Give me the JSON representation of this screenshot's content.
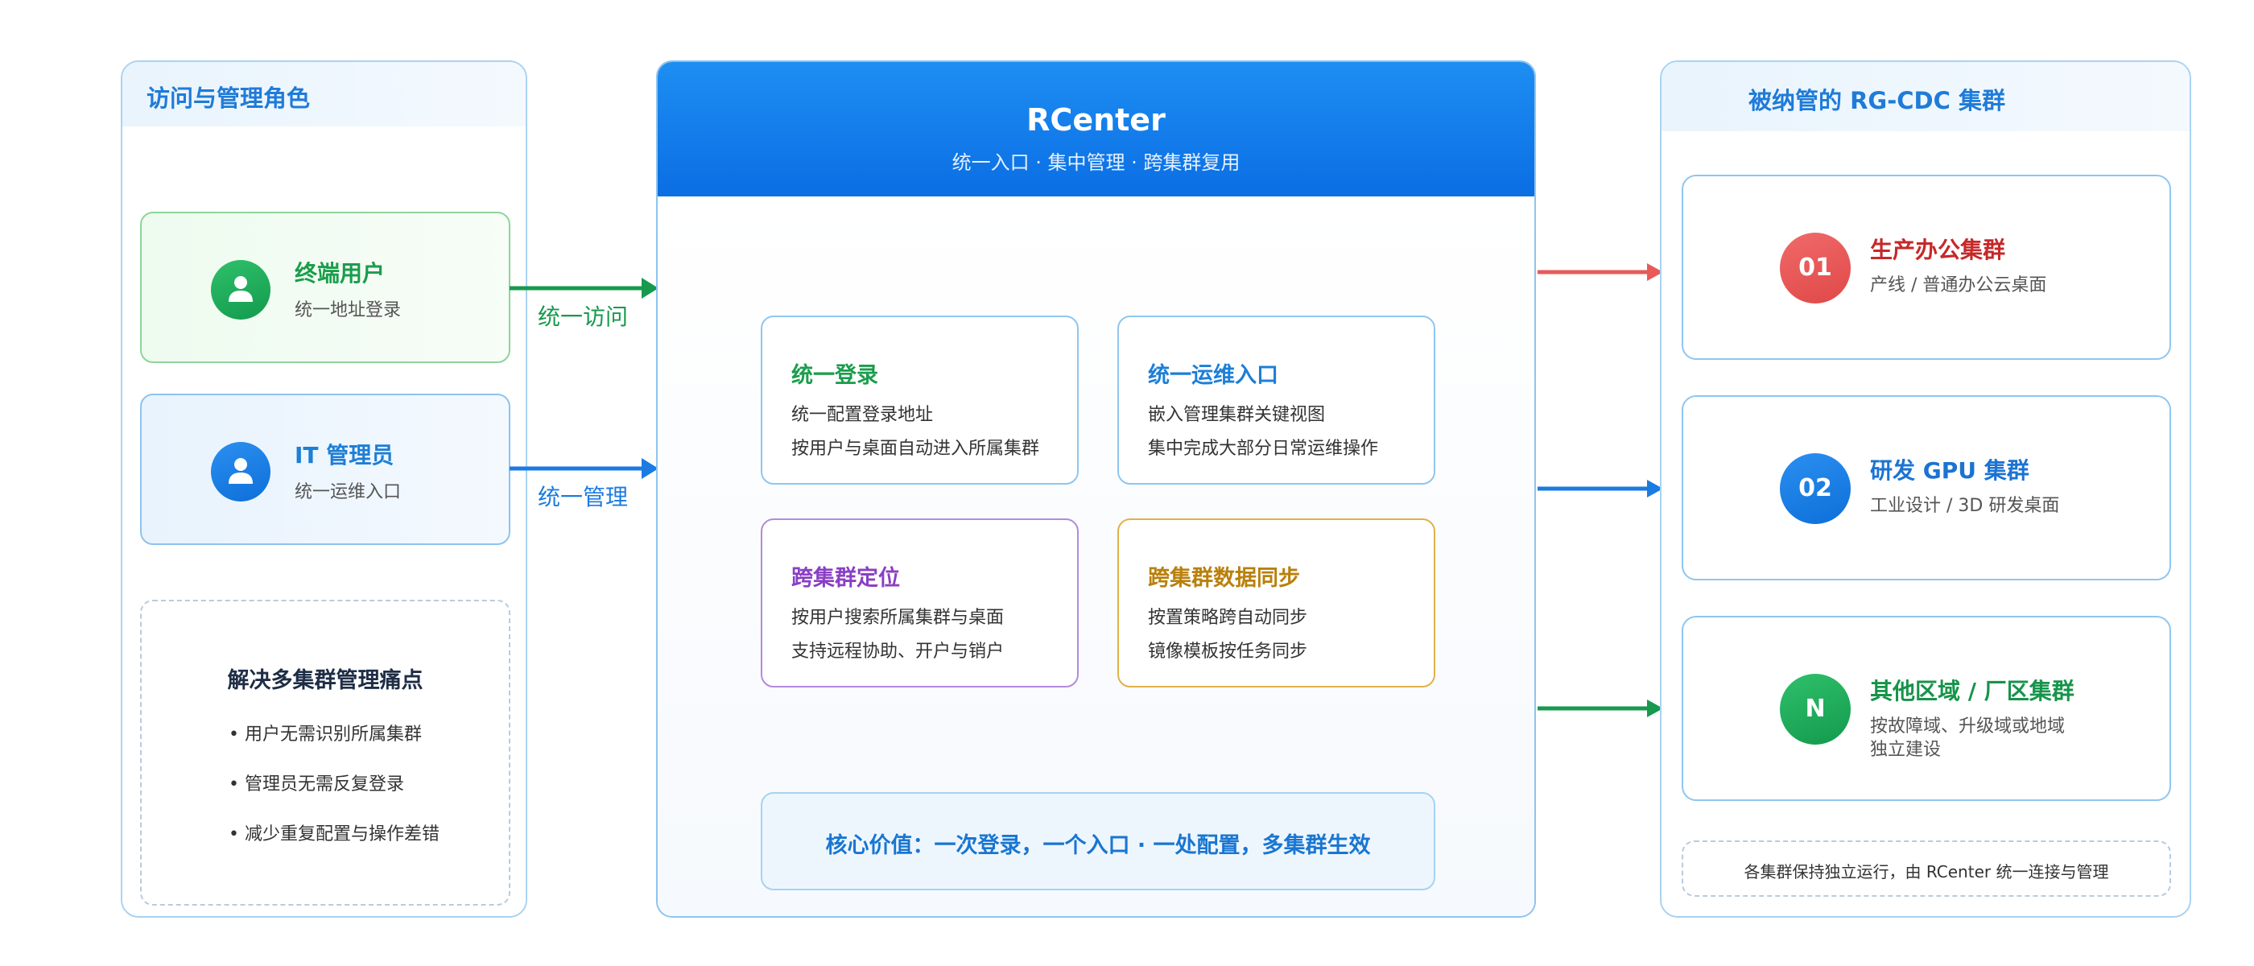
{
  "left_panel": {
    "title": "访问与管理角色",
    "roles": [
      {
        "title": "终端用户",
        "subtitle": "统一地址登录"
      },
      {
        "title": "IT 管理员",
        "subtitle": "统一运维入口"
      }
    ],
    "pain": {
      "title": "解决多集群管理痛点",
      "items": [
        "• 用户无需识别所属集群",
        "• 管理员无需反复登录",
        "• 减少重复配置与操作差错"
      ]
    }
  },
  "arrows": {
    "access_label": "统一访问",
    "manage_label": "统一管理"
  },
  "center": {
    "title": "RCenter",
    "subtitle": "统一入口 · 集中管理 · 跨集群复用",
    "features": [
      {
        "title": "统一登录",
        "lines": [
          "统一配置登录地址",
          "按用户与桌面自动进入所属集群"
        ],
        "color": "#1a9d4c"
      },
      {
        "title": "统一运维入口",
        "lines": [
          "嵌入管理集群关键视图",
          "集中完成大部分日常运维操作"
        ],
        "color": "#1d7fd6"
      },
      {
        "title": "跨集群定位",
        "lines": [
          "按用户搜索所属集群与桌面",
          "支持远程协助、开户与销户"
        ],
        "color": "#8a3fc4"
      },
      {
        "title": "跨集群数据同步",
        "lines": [
          "按置策略跨自动同步",
          "镜像模板按任务同步"
        ],
        "color": "#b9800c"
      }
    ],
    "core_value": "核心价值：一次登录，一个入口 · 一处配置，多集群生效"
  },
  "right_panel": {
    "title": "被纳管的 RG-CDC 集群",
    "clusters": [
      {
        "badge": "01",
        "title": "生产办公集群",
        "subtitle": "产线 / 普通办公云桌面",
        "subtitle2": "",
        "color": "#c62828"
      },
      {
        "badge": "02",
        "title": "研发 GPU 集群",
        "subtitle": "工业设计 / 3D 研发桌面",
        "subtitle2": "",
        "color": "#1b73d2"
      },
      {
        "badge": "N",
        "title": "其他区域 / 厂区集群",
        "subtitle": "按故障域、升级域或地域",
        "subtitle2": "独立建设",
        "color": "#16944a"
      }
    ],
    "note": "各集群保持独立运行，由 RCenter 统一连接与管理"
  },
  "colors": {
    "green": "#17994e",
    "blue": "#1b7be0",
    "red": "#e85a5a",
    "purple": "#9b59d0",
    "gold": "#d4a52a"
  }
}
